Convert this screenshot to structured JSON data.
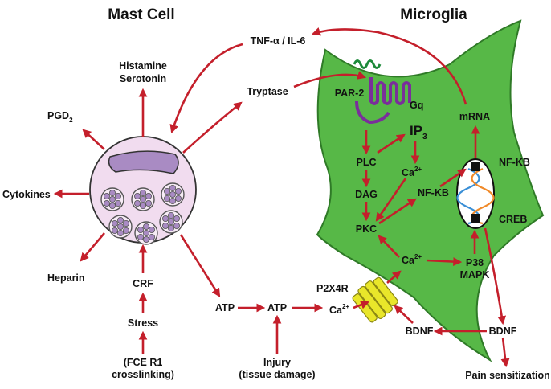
{
  "titles": {
    "mast_cell": "Mast Cell",
    "microglia": "Microglia"
  },
  "mast_outputs": {
    "histamine": "Histamine",
    "serotonin": "Serotonin",
    "pgd": "PGD",
    "pgd_sub": "2",
    "cytokines": "Cytokines",
    "heparin": "Heparin",
    "tryptase": "Tryptase",
    "tnf_il6": "TNF-α / IL-6"
  },
  "mast_inputs": {
    "crf": "CRF",
    "stress": "Stress",
    "fce_line1": "(FCE R1",
    "fce_line2": "crosslinking)"
  },
  "atp_chain": {
    "atp1": "ATP",
    "atp2": "ATP",
    "ca_outside": "Ca",
    "ca_outside_sup": "2+",
    "injury_line1": "Injury",
    "injury_line2": "(tissue damage)"
  },
  "microglia_labels": {
    "par2": "PAR-2",
    "gq": "Gq",
    "ip3": "IP",
    "ip3_sub": "3",
    "plc": "PLC",
    "ca_a": "Ca",
    "ca_a_sup": "2+",
    "dag": "DAG",
    "nfkb_inner": "NF-KB",
    "pkc": "PKC",
    "ca_b": "Ca",
    "ca_b_sup": "2+",
    "p38": "P38",
    "mapk": "MAPK",
    "mrna": "mRNA",
    "nfkb_nucleus": "NF-KB",
    "creb": "CREB",
    "p2x4r": "P2X4R"
  },
  "bdnf": {
    "inner": "BDNF",
    "outer": "BDNF",
    "pain": "Pain sensitization"
  },
  "colors": {
    "arrow": "#c41f2b",
    "microglia_fill": "#57b847",
    "microglia_stroke": "#2f7a27",
    "mast_fill": "#f1dcef",
    "granule_fill": "#a98bc3",
    "receptor": "#7a2e9b",
    "ligand": "#1d8a3a",
    "channel": "#e9e62a"
  }
}
